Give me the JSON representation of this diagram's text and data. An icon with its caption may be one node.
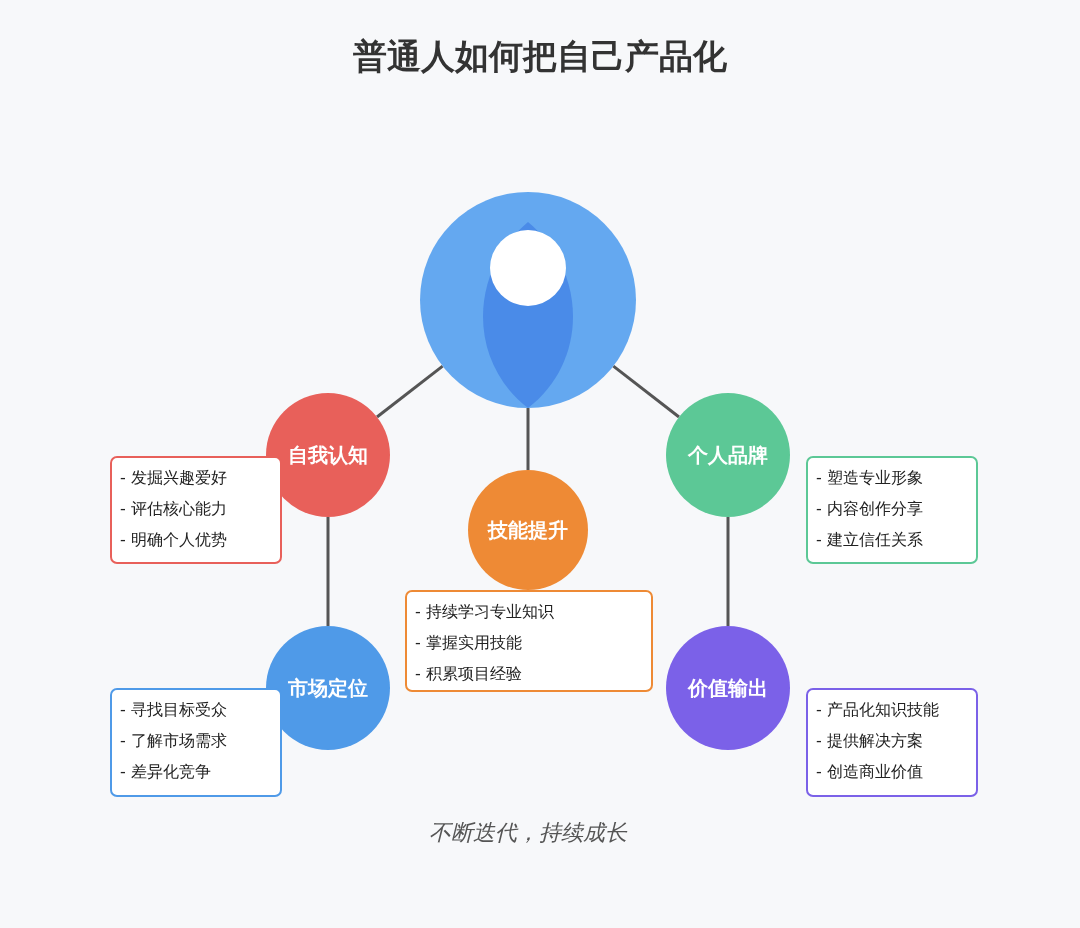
{
  "diagram": {
    "title": "普通人如何把自己产品化",
    "caption": "不断迭代，持续成长",
    "nodes": [
      {
        "text": [],
        "shape": "person"
      },
      {
        "text": [
          "自我认知"
        ]
      },
      {
        "text": [
          "- 发掘兴趣爱好",
          "- 评估核心能力",
          "- 明确个人优势"
        ]
      },
      {
        "text": [
          "个人品牌"
        ]
      },
      {
        "text": [
          "- 塑造专业形象",
          "- 内容创作分享",
          "- 建立信任关系"
        ]
      },
      {
        "text": [
          "技能提升"
        ]
      },
      {
        "text": [
          "- 持续学习专业知识",
          "- 掌握实用技能",
          "- 积累项目经验"
        ]
      },
      {
        "text": [
          "市场定位"
        ]
      },
      {
        "text": [
          "- 寻找目标受众",
          "- 了解市场需求",
          "- 差异化竞争"
        ]
      },
      {
        "text": [
          "价值输出"
        ]
      },
      {
        "text": [
          "- 产品化知识技能",
          "- 提供解决方案",
          "- 创造商业价值"
        ]
      }
    ],
    "edges": [
      {
        "from": 0,
        "to": 1,
        "arrow": "none"
      },
      {
        "from": 0,
        "to": 5,
        "arrow": "none"
      },
      {
        "from": 0,
        "to": 3,
        "arrow": "none"
      },
      {
        "from": 1,
        "to": 7,
        "arrow": "none"
      },
      {
        "from": 3,
        "to": 9,
        "arrow": "none"
      }
    ]
  }
}
